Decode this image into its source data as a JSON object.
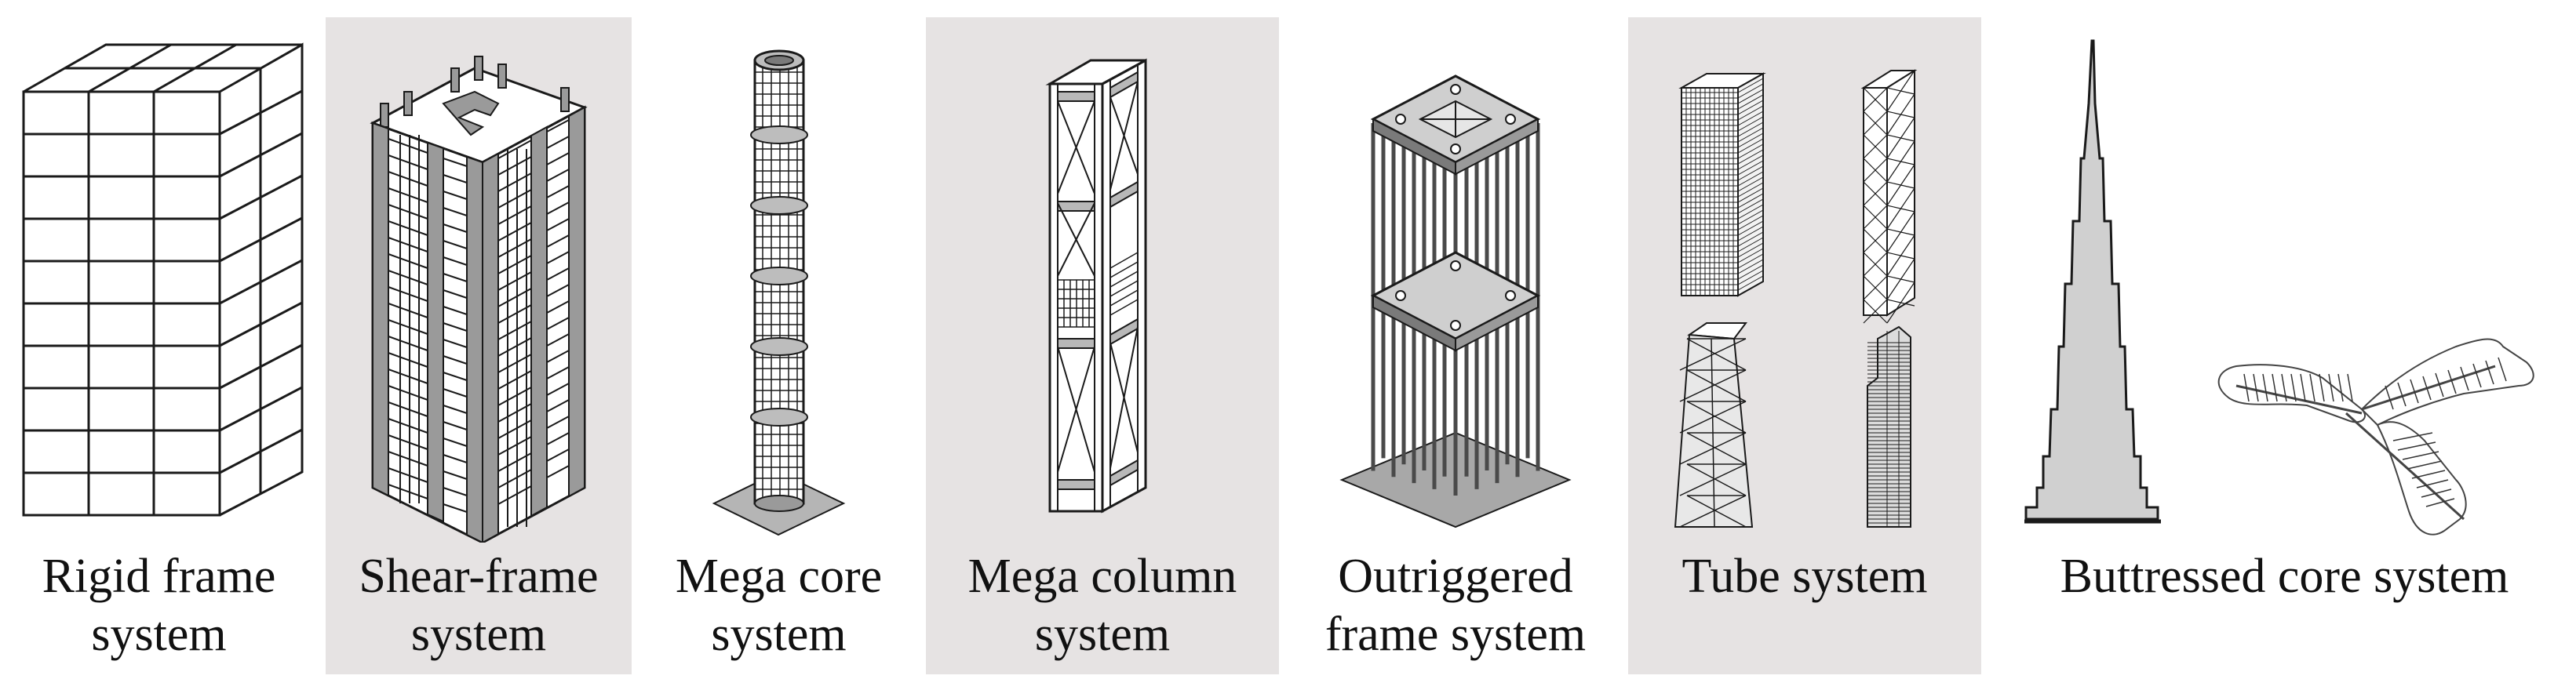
{
  "colors": {
    "panel_shade": "#e6e3e3",
    "line": "#1a1a1a",
    "fill_gray": "#9a9a9a",
    "fill_light": "#c9c9c9",
    "background": "#ffffff"
  },
  "panels": [
    {
      "id": "rigid-frame",
      "line1": "Rigid frame",
      "line2": "system",
      "shaded": false
    },
    {
      "id": "shear-frame",
      "line1": "Shear-frame",
      "line2": "system",
      "shaded": true
    },
    {
      "id": "mega-core",
      "line1": "Mega core",
      "line2": "system",
      "shaded": false
    },
    {
      "id": "mega-column",
      "line1": "Mega column",
      "line2": "system",
      "shaded": true
    },
    {
      "id": "outriggered-frame",
      "line1": "Outriggered",
      "line2": "frame system",
      "shaded": false
    },
    {
      "id": "tube",
      "line1": "Tube system",
      "line2": "",
      "shaded": true
    },
    {
      "id": "buttressed-core",
      "line1": "Buttressed core system",
      "line2": "",
      "shaded": false
    }
  ]
}
